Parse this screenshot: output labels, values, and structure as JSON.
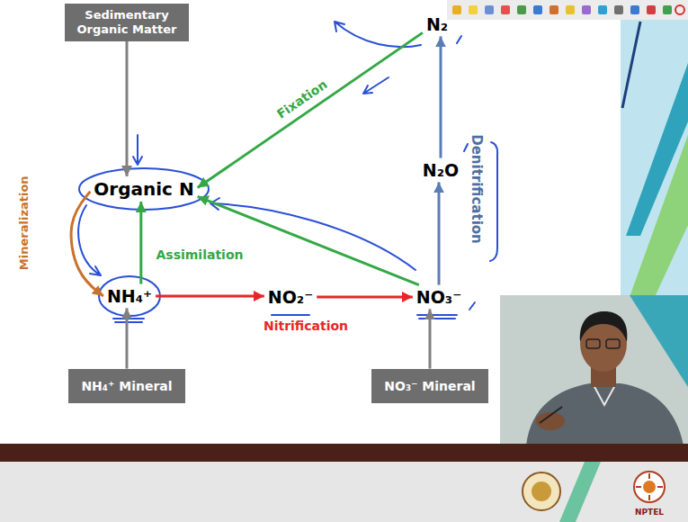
{
  "diagram": {
    "nodes": [
      {
        "text": [
          "Sedimentary Organic Matter"
        ]
      },
      {
        "text": [
          "N₂"
        ]
      },
      {
        "text": [
          "N₂O"
        ]
      },
      {
        "text": [
          "Organic N"
        ]
      },
      {
        "text": [
          "NH₄⁺"
        ]
      },
      {
        "text": [
          "NO₂⁻"
        ]
      },
      {
        "text": [
          "NO₃⁻"
        ]
      },
      {
        "text": [
          "NH₄⁺ Mineral"
        ]
      },
      {
        "text": [
          "NO₃⁻ Mineral"
        ]
      }
    ],
    "edges": [
      {
        "from": 0,
        "to": 3,
        "arrow": "to"
      },
      {
        "from": 1,
        "to": 3,
        "arrow": "to",
        "label": "Fixation"
      },
      {
        "from": 6,
        "to": 2,
        "arrow": "to"
      },
      {
        "from": 2,
        "to": 1,
        "arrow": "to"
      },
      {
        "from": 3,
        "to": 4,
        "arrow": "to",
        "label": "Mineralization"
      },
      {
        "from": 4,
        "to": 3,
        "arrow": "to",
        "label": "Assimilation"
      },
      {
        "from": 6,
        "to": 3,
        "arrow": "to"
      },
      {
        "from": 4,
        "to": 5,
        "arrow": "to"
      },
      {
        "from": 5,
        "to": 6,
        "arrow": "to"
      },
      {
        "from": 7,
        "to": 4,
        "arrow": "to"
      },
      {
        "from": 8,
        "to": 6,
        "arrow": "to"
      }
    ],
    "labels": [
      "Nitrification",
      "Denitrification",
      "NPTEL"
    ]
  }
}
